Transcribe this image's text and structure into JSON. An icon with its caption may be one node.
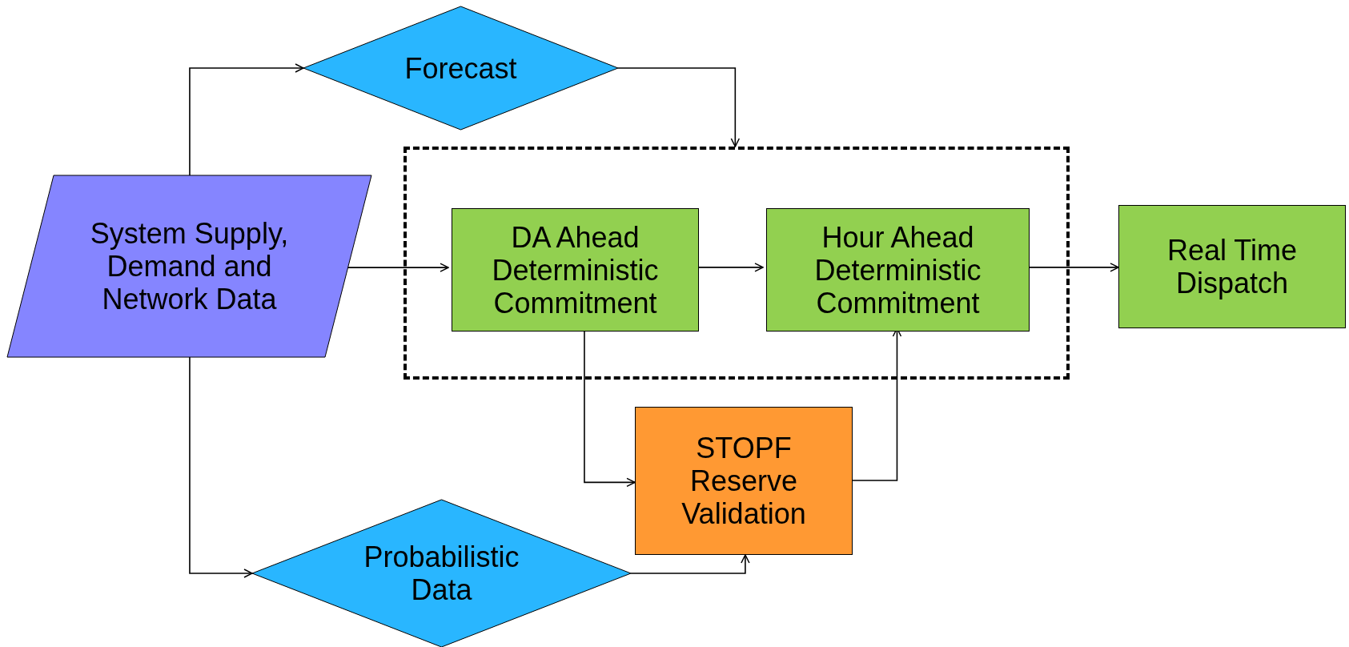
{
  "diagram": {
    "nodes": [
      {
        "text": [
          "System Supply, Demand and Network Data"
        ]
      },
      {
        "text": [
          "Forecast"
        ]
      },
      {
        "text": [],
        "shape": "box"
      },
      {
        "text": [
          "DA Ahead Deterministic Commitment"
        ],
        "in": 2
      },
      {
        "text": [
          "Hour Ahead Deterministic Commitment"
        ],
        "in": 2
      },
      {
        "text": [
          "Real Time Dispatch"
        ]
      },
      {
        "text": [
          "STOPF Reserve Validation"
        ]
      },
      {
        "text": [
          "Probabilistic Data"
        ]
      }
    ],
    "edges": [
      {
        "from": 0,
        "to": 1,
        "arrow": "to"
      },
      {
        "from": 1,
        "to": 2,
        "arrow": "to"
      },
      {
        "from": 0,
        "to": 3,
        "arrow": "to"
      },
      {
        "from": 3,
        "to": 4,
        "arrow": "to"
      },
      {
        "from": 4,
        "to": 5,
        "arrow": "to"
      },
      {
        "from": 3,
        "to": 6,
        "arrow": "to"
      },
      {
        "from": 6,
        "to": 4,
        "arrow": "to"
      },
      {
        "from": 0,
        "to": 7,
        "arrow": "to"
      },
      {
        "from": 7,
        "to": 6,
        "arrow": "to"
      }
    ]
  }
}
